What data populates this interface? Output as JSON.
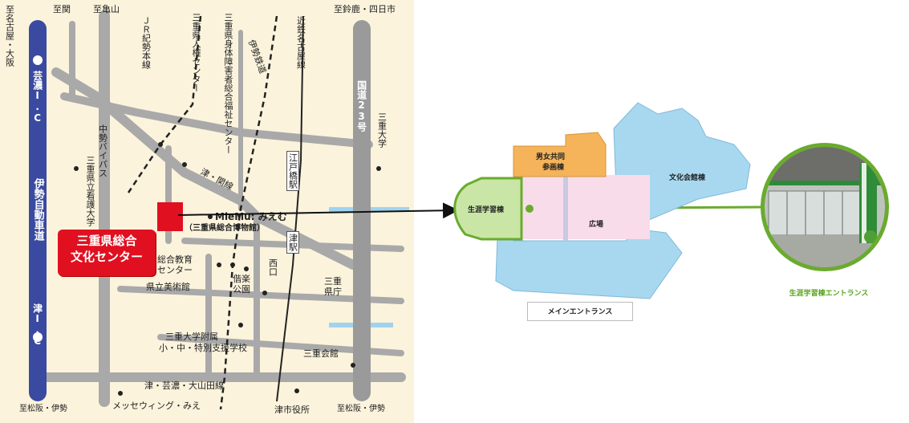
{
  "map": {
    "top_labels": {
      "nagoya": "至名古屋・大阪",
      "seki": "至関",
      "kameyama": "至亀山",
      "suzuka": "至鈴鹿・四日市"
    },
    "bottom_labels": {
      "matsusaka_left": "至松阪・伊勢",
      "matsusaka_right": "至松阪・伊勢",
      "tsu_city_hall": "津市役所",
      "messe_wing": "メッセウィング・みえ"
    },
    "roads": {
      "ise_expressway": "伊勢自動車道",
      "geino_ic": "芸濃I.C",
      "tsu_ic": "津I.C",
      "national_route_23": "国道23号",
      "chusei_bypass": "中勢バイパス",
      "tsu_sekisen": "津・関線",
      "tsu_geino_oyamada": "津・芸濃・大山田線"
    },
    "railways": {
      "jr_kisei": "ＪＲ紀勢本線",
      "ise_railway": "伊勢鉄道",
      "kintetsu_nagoya": "近鉄名古屋線",
      "edobashi_station": "江戸橋駅",
      "tsu_station": "津駅",
      "nishiguchi": "西口"
    },
    "places": {
      "human_rights_center": "三重県人権センター",
      "disability_welfare_center": "三重県身体障害者総合福祉センター",
      "nursing_univ": "三重県立看護大学",
      "mie_univ": "三重大学",
      "miemu": "MieMu: みえむ",
      "miemu_sub": "（三重県総合博物館）",
      "education_center_l1": "総合教育",
      "education_center_l2": "センター",
      "art_museum": "県立美術館",
      "kairaku_park_l1": "偕楽",
      "kairaku_park_l2": "公園",
      "prefectural_office_l1": "三重",
      "prefectural_office_l2": "県庁",
      "mie_univ_school_l1": "三重大学附属",
      "mie_univ_school_l2": "小・中・特別支援学校",
      "mie_kaikan": "三重会館"
    },
    "center_label_l1": "三重県総合",
    "center_label_l2": "文化センター"
  },
  "floor_plan": {
    "gender_equality_l1": "男女共同",
    "gender_equality_l2": "参画棟",
    "culture_hall": "文化会館棟",
    "lifelong_learning": "生涯学習棟",
    "plaza": "広場",
    "main_entrance": "メインエントランス"
  },
  "photo_caption": "生涯学習棟エントランス",
  "colors": {
    "road": "#a9a9a9",
    "expressway": "#3a4aa0",
    "accent_red": "#e01020",
    "plan_green": "#6aab2e",
    "plan_blue": "#a8d8f0",
    "plan_pink": "#f8dcea",
    "plan_orange": "#f5b35a"
  }
}
